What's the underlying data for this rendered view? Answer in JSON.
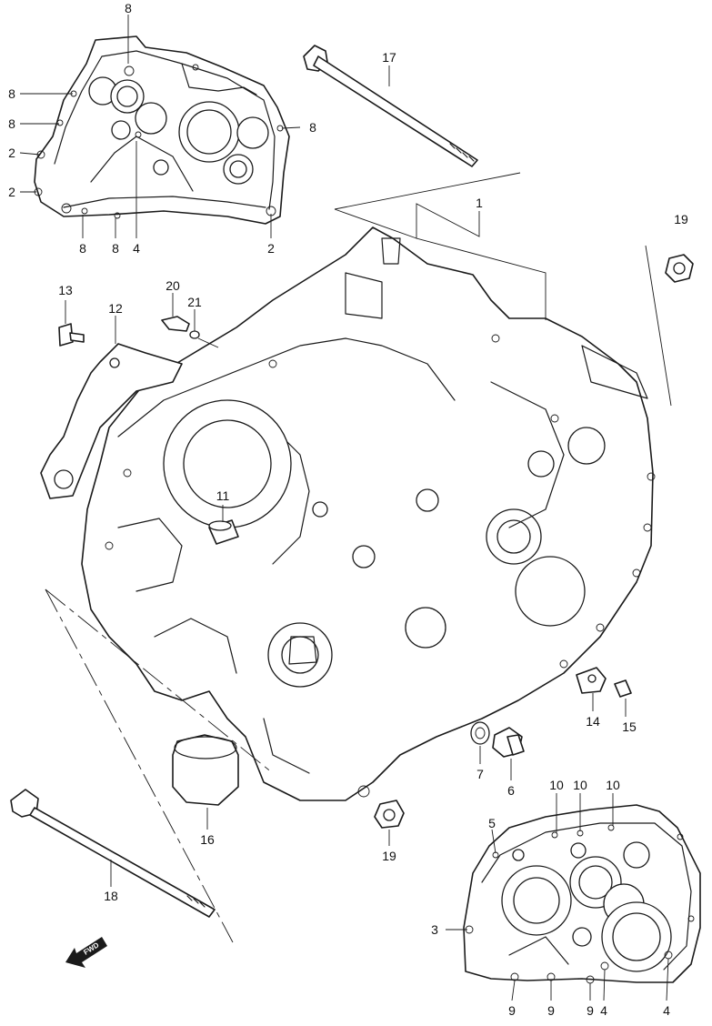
{
  "diagram": {
    "colors": {
      "ink": "#1a1a1a",
      "paper": "#ffffff"
    },
    "callouts": {
      "p1": "1",
      "p2a": "2",
      "p2b": "2",
      "p2c": "2",
      "p3": "3",
      "p4a": "4",
      "p4b": "4",
      "p4c": "4",
      "p5": "5",
      "p6": "6",
      "p7": "7",
      "p8a": "8",
      "p8b": "8",
      "p8c": "8",
      "p8d": "8",
      "p8e": "8",
      "p8f": "8",
      "p9a": "9",
      "p9b": "9",
      "p9c": "9",
      "p10a": "10",
      "p10b": "10",
      "p10c": "10",
      "p11": "11",
      "p12": "12",
      "p13": "13",
      "p14": "14",
      "p15": "15",
      "p16": "16",
      "p17": "17",
      "p18": "18",
      "p19a": "19",
      "p19b": "19",
      "p20": "20",
      "p21": "21"
    },
    "fwd_label": "FWD",
    "icons": {
      "forward": "forward-arrow-icon"
    }
  }
}
